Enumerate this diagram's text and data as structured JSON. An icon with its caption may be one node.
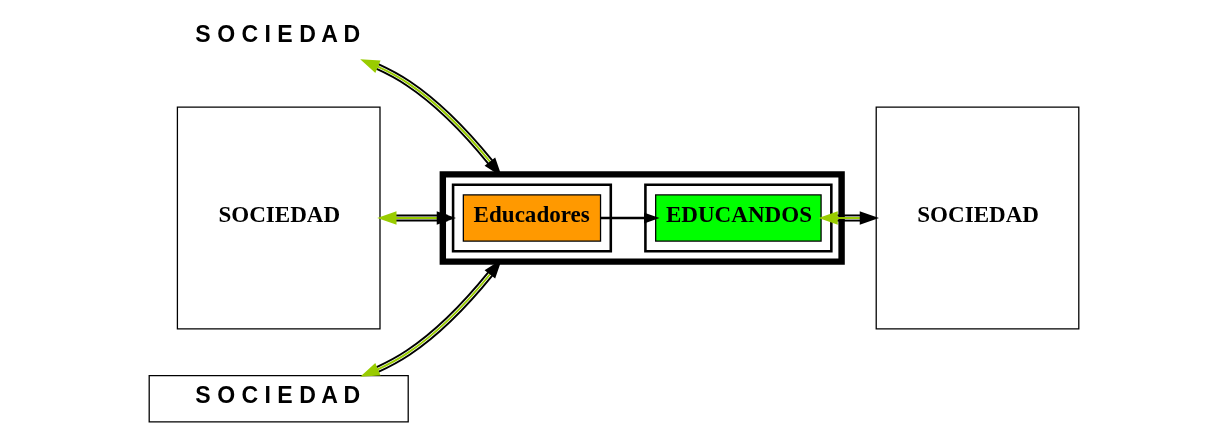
{
  "diagram": {
    "nodes": [
      {
        "text": [
          "S O C I E D A D"
        ]
      },
      {
        "text": [
          "SOCIEDAD"
        ]
      },
      {
        "text": [],
        "shape": "box"
      },
      {
        "text": [],
        "shape": "box",
        "in": 2
      },
      {
        "text": [
          "Educadores"
        ],
        "in": 3
      },
      {
        "text": [],
        "shape": "box",
        "in": 2
      },
      {
        "text": [
          "EDUCANDOS"
        ],
        "in": 5
      },
      {
        "text": [
          "SOCIEDAD"
        ]
      },
      {
        "text": [
          "S O C I E D A D"
        ]
      }
    ],
    "edges": [
      {
        "from": 1,
        "to": 3,
        "arrow": "both"
      },
      {
        "from": 4,
        "to": 6,
        "arrow": "to",
        "color": "#000000"
      },
      {
        "from": 6,
        "to": 7,
        "arrow": "both"
      },
      {
        "from": 0,
        "to": 2,
        "arrow": "both"
      },
      {
        "from": 8,
        "to": 2,
        "arrow": "both"
      }
    ]
  }
}
